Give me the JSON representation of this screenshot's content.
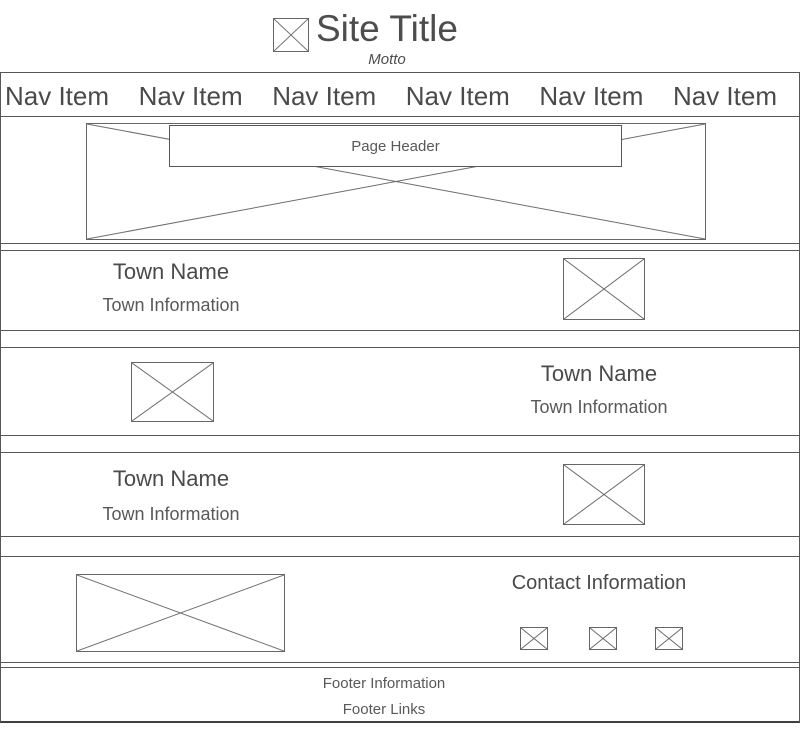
{
  "site": {
    "title": "Site Title",
    "motto": "Motto"
  },
  "nav": {
    "items": [
      "Nav Item",
      "Nav Item",
      "Nav Item",
      "Nav Item",
      "Nav Item",
      "Nav Item"
    ]
  },
  "hero": {
    "header_label": "Page Header"
  },
  "sections": [
    {
      "name": "Town Name",
      "info": "Town Information",
      "image_side": "right"
    },
    {
      "name": "Town Name",
      "info": "Town Information",
      "image_side": "left"
    },
    {
      "name": "Town Name",
      "info": "Town Information",
      "image_side": "right"
    }
  ],
  "contact": {
    "heading": "Contact Information",
    "social_icons": [
      "image-placeholder-icon",
      "image-placeholder-icon",
      "image-placeholder-icon"
    ]
  },
  "footer": {
    "info": "Footer Information",
    "links": "Footer Links"
  },
  "icons": {
    "logo": "image-placeholder-icon",
    "hero": "image-placeholder-icon",
    "town_images": "image-placeholder-icon"
  },
  "colors": {
    "text_primary": "#4a4a4a",
    "text_secondary": "#595959",
    "border": "#575757",
    "placeholder_stroke": "#6d6d6d",
    "background": "#ffffff"
  }
}
